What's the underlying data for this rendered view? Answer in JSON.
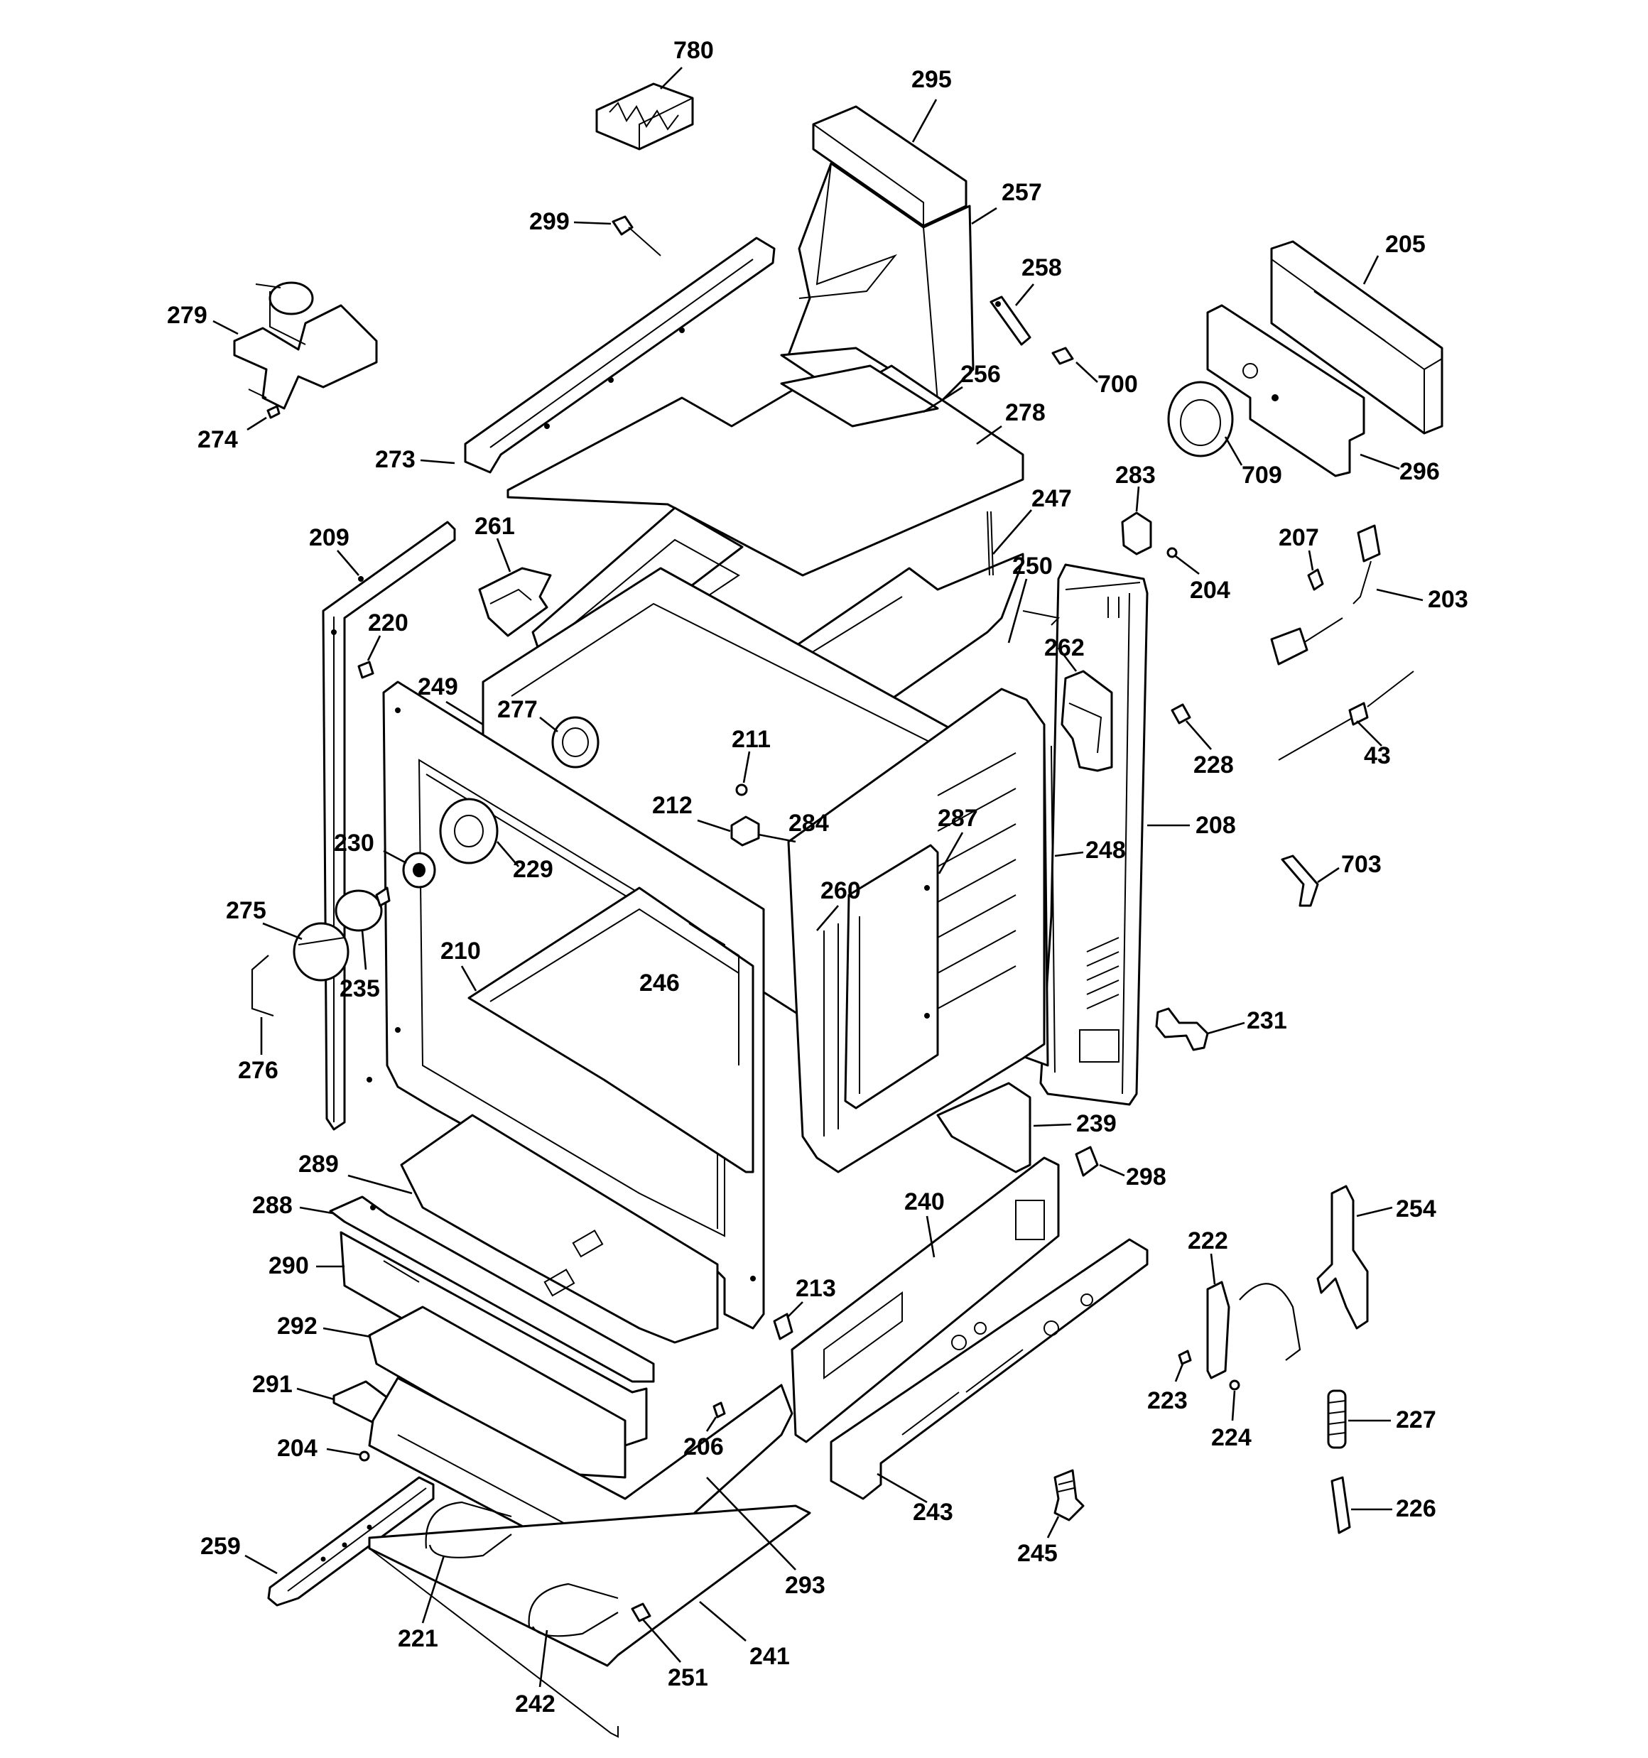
{
  "callouts": [
    {
      "id": "p780",
      "label": "780"
    },
    {
      "id": "p295",
      "label": "295"
    },
    {
      "id": "p257",
      "label": "257"
    },
    {
      "id": "p299",
      "label": "299"
    },
    {
      "id": "p258",
      "label": "258"
    },
    {
      "id": "p205",
      "label": "205"
    },
    {
      "id": "p279",
      "label": "279"
    },
    {
      "id": "p256",
      "label": "256"
    },
    {
      "id": "p700",
      "label": "700"
    },
    {
      "id": "p278",
      "label": "278"
    },
    {
      "id": "p274",
      "label": "274"
    },
    {
      "id": "p273",
      "label": "273"
    },
    {
      "id": "p709",
      "label": "709"
    },
    {
      "id": "p296",
      "label": "296"
    },
    {
      "id": "p283",
      "label": "283"
    },
    {
      "id": "p247",
      "label": "247"
    },
    {
      "id": "p209",
      "label": "209"
    },
    {
      "id": "p261",
      "label": "261"
    },
    {
      "id": "p250",
      "label": "250"
    },
    {
      "id": "p207",
      "label": "207"
    },
    {
      "id": "p204a",
      "label": "204"
    },
    {
      "id": "p203",
      "label": "203"
    },
    {
      "id": "p220",
      "label": "220"
    },
    {
      "id": "p262",
      "label": "262"
    },
    {
      "id": "p249",
      "label": "249"
    },
    {
      "id": "p277",
      "label": "277"
    },
    {
      "id": "p211",
      "label": "211"
    },
    {
      "id": "p228",
      "label": "228"
    },
    {
      "id": "p43",
      "label": "43"
    },
    {
      "id": "p212",
      "label": "212"
    },
    {
      "id": "p284",
      "label": "284"
    },
    {
      "id": "p287",
      "label": "287"
    },
    {
      "id": "p208",
      "label": "208"
    },
    {
      "id": "p230",
      "label": "230"
    },
    {
      "id": "p229",
      "label": "229"
    },
    {
      "id": "p248",
      "label": "248"
    },
    {
      "id": "p703",
      "label": "703"
    },
    {
      "id": "p275",
      "label": "275"
    },
    {
      "id": "p260",
      "label": "260"
    },
    {
      "id": "p210",
      "label": "210"
    },
    {
      "id": "p246",
      "label": "246"
    },
    {
      "id": "p235",
      "label": "235"
    },
    {
      "id": "p231",
      "label": "231"
    },
    {
      "id": "p276",
      "label": "276"
    },
    {
      "id": "p239",
      "label": "239"
    },
    {
      "id": "p289",
      "label": "289"
    },
    {
      "id": "p298",
      "label": "298"
    },
    {
      "id": "p288",
      "label": "288"
    },
    {
      "id": "p240",
      "label": "240"
    },
    {
      "id": "p254",
      "label": "254"
    },
    {
      "id": "p222",
      "label": "222"
    },
    {
      "id": "p290",
      "label": "290"
    },
    {
      "id": "p213",
      "label": "213"
    },
    {
      "id": "p292",
      "label": "292"
    },
    {
      "id": "p223",
      "label": "223"
    },
    {
      "id": "p291",
      "label": "291"
    },
    {
      "id": "p227",
      "label": "227"
    },
    {
      "id": "p224",
      "label": "224"
    },
    {
      "id": "p204b",
      "label": "204"
    },
    {
      "id": "p206",
      "label": "206"
    },
    {
      "id": "p243",
      "label": "243"
    },
    {
      "id": "p226",
      "label": "226"
    },
    {
      "id": "p259",
      "label": "259"
    },
    {
      "id": "p245",
      "label": "245"
    },
    {
      "id": "p293",
      "label": "293"
    },
    {
      "id": "p221",
      "label": "221"
    },
    {
      "id": "p241",
      "label": "241"
    },
    {
      "id": "p251",
      "label": "251"
    },
    {
      "id": "p242",
      "label": "242"
    }
  ]
}
